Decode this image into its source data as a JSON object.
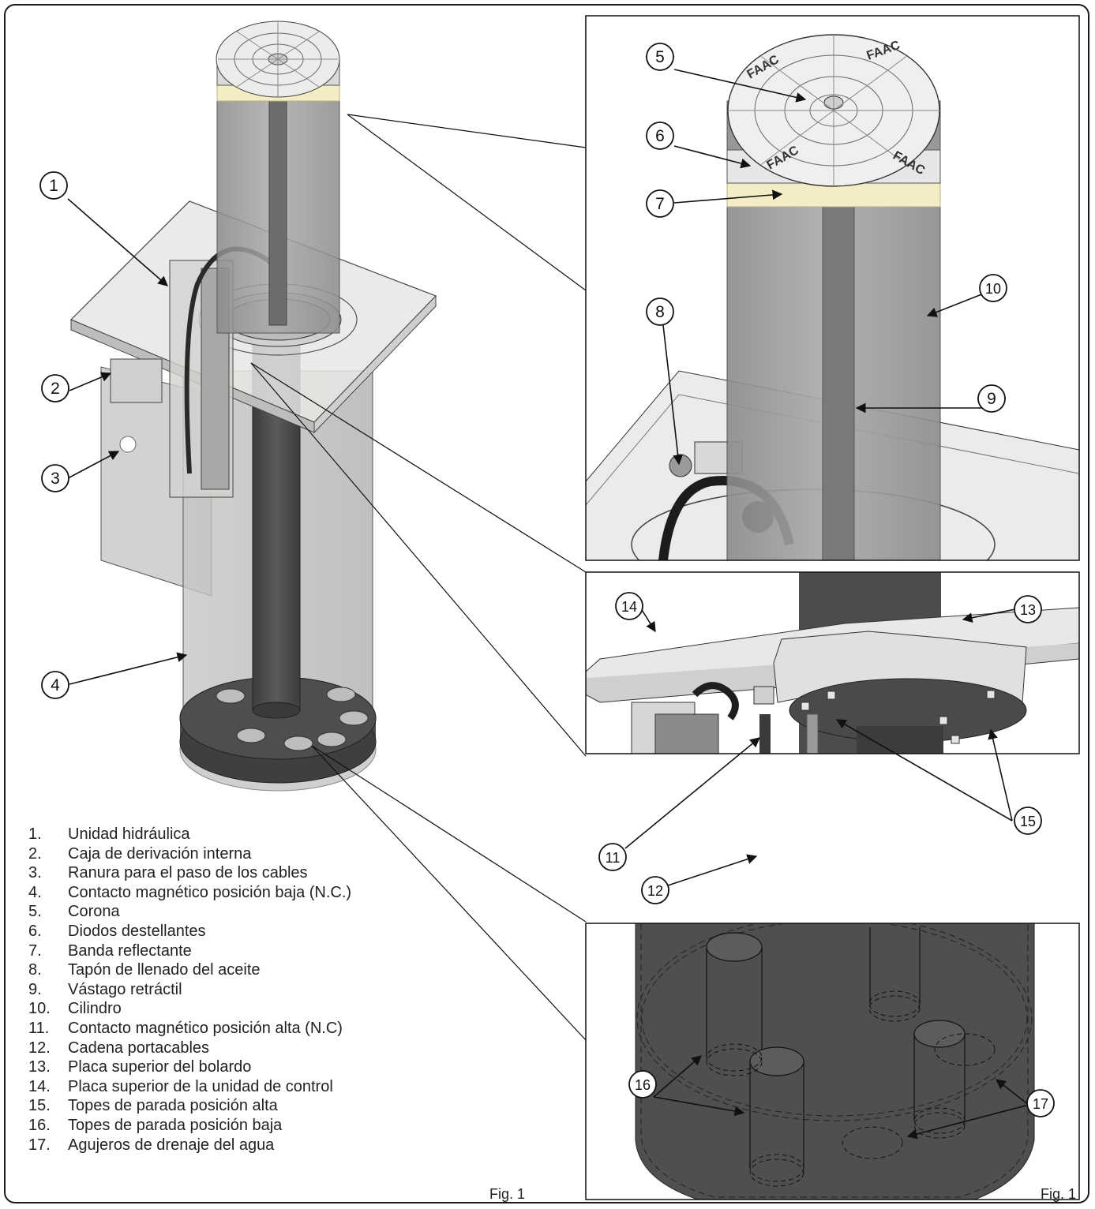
{
  "callout_numbers": [
    "1",
    "2",
    "3",
    "4",
    "5",
    "6",
    "7",
    "8",
    "9",
    "10",
    "11",
    "12",
    "13",
    "14",
    "15",
    "16",
    "17"
  ],
  "legend": [
    {
      "num": "1.",
      "text": "Unidad hidráulica"
    },
    {
      "num": "2.",
      "text": "Caja de derivación interna"
    },
    {
      "num": "3.",
      "text": "Ranura para el paso de los cables"
    },
    {
      "num": "4.",
      "text": "Contacto magnético posición baja (N.C.)"
    },
    {
      "num": "5.",
      "text": "Corona"
    },
    {
      "num": "6.",
      "text": "Diodos destellantes"
    },
    {
      "num": "7.",
      "text": "Banda reflectante"
    },
    {
      "num": "8.",
      "text": "Tapón de llenado del aceite"
    },
    {
      "num": "9.",
      "text": "Vástago retráctil"
    },
    {
      "num": "10.",
      "text": "Cilindro"
    },
    {
      "num": "11.",
      "text": "Contacto magnético posición alta (N.C)"
    },
    {
      "num": "12.",
      "text": "Cadena portacables"
    },
    {
      "num": "13.",
      "text": "Placa superior del bolardo"
    },
    {
      "num": "14.",
      "text": "Placa superior de la unidad de control"
    },
    {
      "num": "15.",
      "text": "Topes de parada posición alta"
    },
    {
      "num": "16.",
      "text": "Topes de parada posición baja"
    },
    {
      "num": "17.",
      "text": "Agujeros de drenaje del agua"
    }
  ],
  "fig_label_left": "Fig. 1",
  "fig_label_right": "Fig. 1",
  "logo_text": "FAAC",
  "colors": {
    "outline": "#1a1a1a",
    "cylinder_fill": "#9a9a98",
    "rod_fill": "#5a5a5a",
    "reflective_band": "#f3ecc4",
    "dark_base": "#4a4a4a",
    "plate_fill": "#e4e4e4"
  }
}
